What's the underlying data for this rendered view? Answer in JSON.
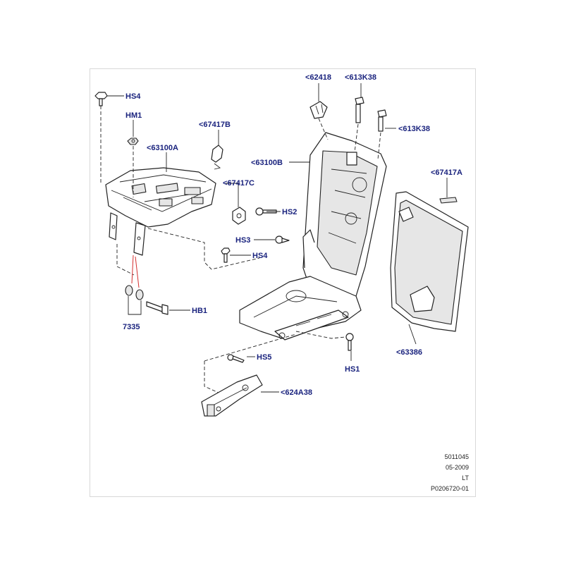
{
  "callouts": {
    "hs4_top": "HS4",
    "hm1": "HM1",
    "p63100a": "<63100A",
    "p67417b": "<67417B",
    "p67417c": "<67417C",
    "hs2": "HS2",
    "hs3": "HS3",
    "hs4_mid": "HS4",
    "hb1": "HB1",
    "p7335": "7335",
    "p62418": "<62418",
    "p613k38_top": "<613K38",
    "p613k38_side": "<613K38",
    "p63100b": "<63100B",
    "p67417a": "<67417A",
    "p63386": "<63386",
    "hs1": "HS1",
    "hs5": "HS5",
    "p624a38": "<624A38"
  },
  "reference": {
    "line1": "5011045",
    "line2": "05-2009",
    "line3": "LT",
    "line4": "P0206720-01"
  },
  "colors": {
    "callout_text": "#1a237e",
    "line_art": "#222222",
    "highlight_line": "#d32f2f"
  }
}
